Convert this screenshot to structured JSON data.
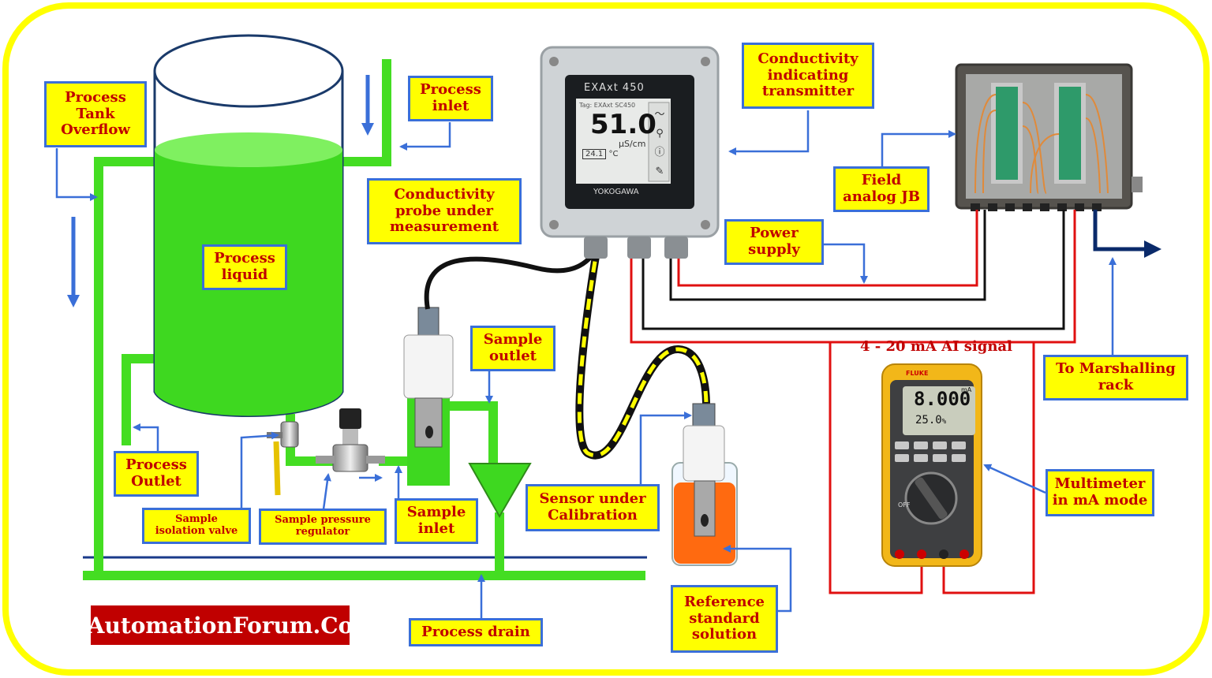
{
  "labels": {
    "process_tank_overflow": "Process\nTank\nOverflow",
    "process_inlet": "Process\ninlet",
    "conductivity_probe": "Conductivity\nprobe under\nmeasurement",
    "process_liquid": "Process\nliquid",
    "conductivity_transmitter": "Conductivity\nindicating\ntransmitter",
    "field_analog_jb": "Field\nanalog JB",
    "power_supply": "Power\nsupply",
    "sample_outlet": "Sample\noutlet",
    "process_outlet": "Process\nOutlet",
    "sample_isolation_valve": "Sample\nisolation valve",
    "sample_pressure_regulator": "Sample pressure\nregulator",
    "sample_inlet": "Sample\ninlet",
    "sensor_under_calibration": "Sensor under\nCalibration",
    "reference_standard_solution": "Reference\nstandard\nsolution",
    "process_drain": "Process drain",
    "to_marshalling_rack": "To Marshalling\nrack",
    "multimeter_mode": "Multimeter\nin mA mode",
    "ai_signal": "4 - 20 mA AI signal"
  },
  "transmitter": {
    "model": "EXAxt 450",
    "tag": "Tag: EXAxt SC450",
    "reading": "51.0",
    "unit": "µS/cm",
    "temperature": "24.1",
    "temp_unit": "°C",
    "brand": "YOKOGAWA"
  },
  "multimeter": {
    "brand": "FLUKE",
    "reading": "8.000",
    "unit": "mA",
    "secondary": "25.0",
    "secondary_unit": "%",
    "off_label": "OFF"
  },
  "watermark": "AutomationForum.Co",
  "colors": {
    "border": "#ffff00",
    "label_bg": "#ffff00",
    "label_border": "#3a6fd8",
    "label_text": "#c00000",
    "pipe": "#44dd22",
    "liquid": "#3ed820",
    "wire_red": "#e01010",
    "wire_black": "#111111",
    "arrow_blue": "#3a6fd8",
    "solution": "#ff6a10"
  }
}
